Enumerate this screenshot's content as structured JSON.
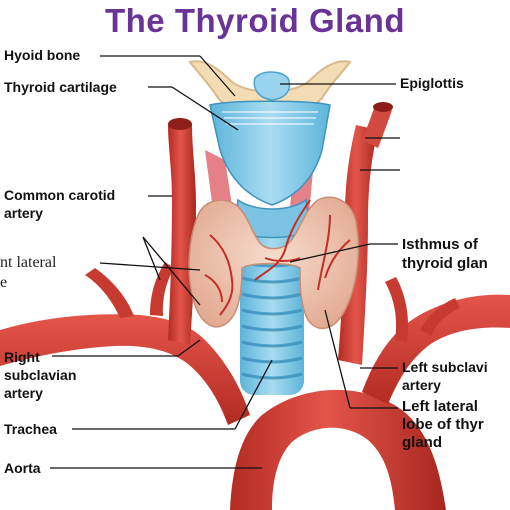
{
  "title": "The Thyroid Gland",
  "labels": {
    "hyoid_bone": "Hyoid bone",
    "thyroid_cartilage": "Thyroid cartilage",
    "epiglottis": "Epiglottis",
    "common_carotid_l1": "Common carotid",
    "common_carotid_l2": "artery",
    "right_lateral_l1": "nt lateral",
    "right_lateral_l2": "e",
    "isthmus_l1": "Isthmus of",
    "isthmus_l2": "thyroid glan",
    "right_subclavian_l1": "Right",
    "right_subclavian_l2": "subclavian",
    "right_subclavian_l3": "artery",
    "left_subclavian_l1": "Left subclavi",
    "left_subclavian_l2": "artery",
    "left_lateral_l1": "Left lateral",
    "left_lateral_l2": "lobe of thyr",
    "left_lateral_l3": "gland",
    "trachea": "Trachea",
    "aorta": "Aorta"
  },
  "colors": {
    "title": "#6a3396",
    "artery": "#d9453a",
    "artery_dark": "#a8271f",
    "cartilage": "#8fd0ec",
    "cartilage_dark": "#4aa3cc",
    "thyroid": "#f1c9b6",
    "bone": "#f3dcb4",
    "muscle": "#e06a72"
  }
}
